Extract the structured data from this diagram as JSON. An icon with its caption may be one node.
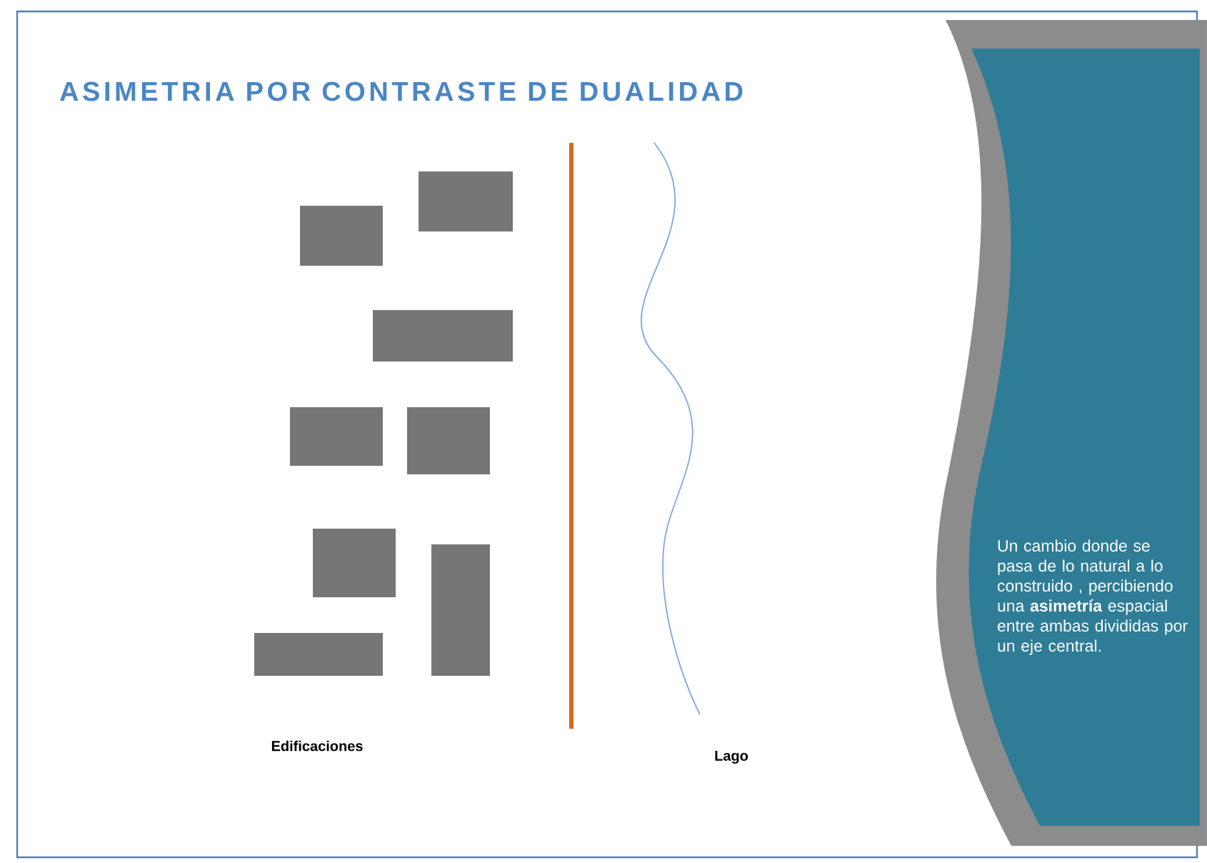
{
  "diagram": {
    "title": "ASIMETRIA POR CONTRASTE DE DUALIDAD",
    "nodes": [
      {
        "text": [
          "Un cambio donde se pasa de lo natural a lo construido , percibiendo una **asimetría** espacial entre ambas divididas por un eje central."
        ]
      }
    ],
    "labels": [
      "Edificaciones",
      "Lago"
    ]
  }
}
